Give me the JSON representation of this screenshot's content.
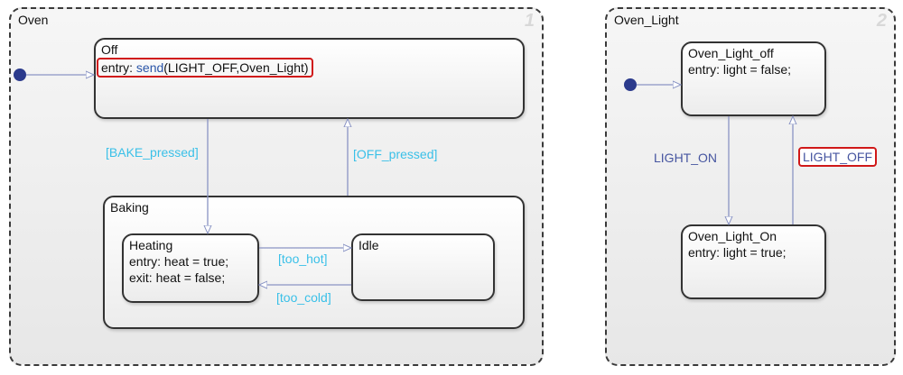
{
  "regions": {
    "oven": {
      "title": "Oven",
      "number": "1"
    },
    "oven_light": {
      "title": "Oven_Light",
      "number": "2"
    }
  },
  "states": {
    "off": {
      "name": "Off",
      "entry_prefix": "entry: ",
      "entry_fn": "send",
      "entry_args": "(LIGHT_OFF,Oven_Light)"
    },
    "baking": {
      "name": "Baking"
    },
    "heating": {
      "name": "Heating",
      "entry": "entry: heat = true;",
      "exit": "exit: heat = false;"
    },
    "idle": {
      "name": "Idle"
    },
    "light_off": {
      "name": "Oven_Light_off",
      "entry": "entry: light = false;"
    },
    "light_on": {
      "name": "Oven_Light_On",
      "entry": "entry: light = true;"
    }
  },
  "transitions": {
    "bake": "[BAKE_pressed]",
    "off_pressed": "[OFF_pressed]",
    "too_hot": "[too_hot]",
    "too_cold": "[too_cold]",
    "light_on": "LIGHT_ON",
    "light_off": "LIGHT_OFF"
  },
  "colors": {
    "condition": "#3ac0e8",
    "event": "#4655a0",
    "highlight": "#d01818",
    "arrow": "#8a94c4",
    "default_dot": "#2b3a8c"
  }
}
